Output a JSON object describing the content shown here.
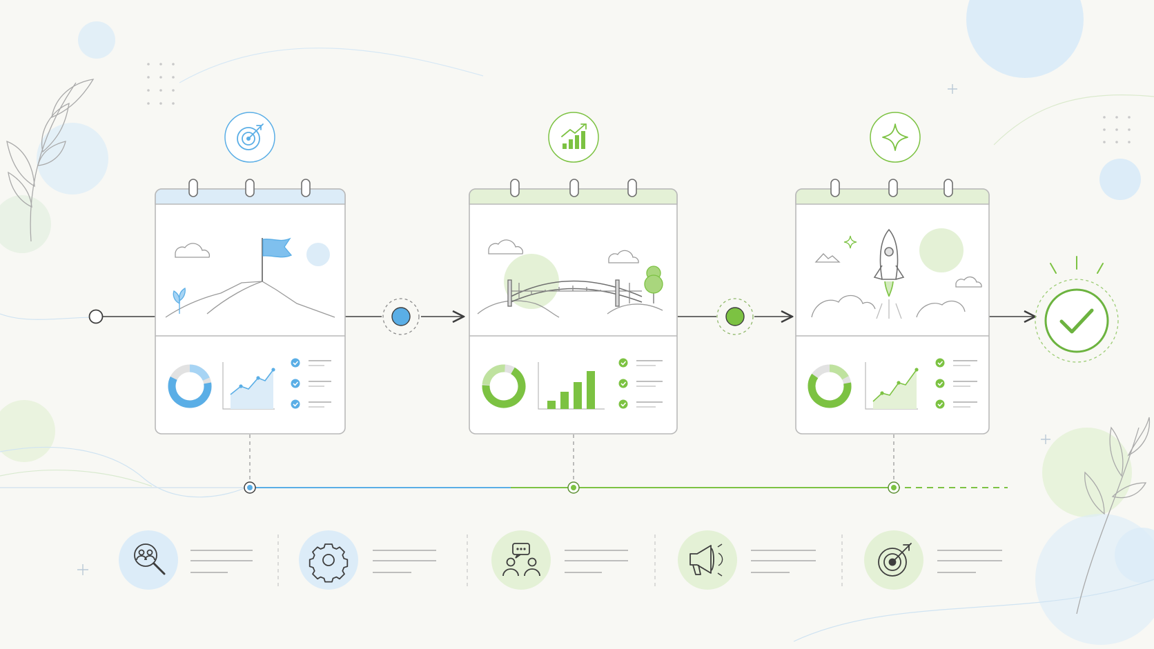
{
  "palette": {
    "background": "#f8f8f4",
    "blue": "#5aaee6",
    "blue_light": "#dcecf8",
    "green": "#7cc242",
    "green_light": "#e4f1d6",
    "line": "#3d3d3d",
    "card_stroke": "#b9b9b9"
  },
  "phases": [
    {
      "id": "plan",
      "accent": "blue",
      "top_icon": "target-arrow-icon",
      "scene": "mountain-flag-scene",
      "chart": "line-chart",
      "checklist_items": 3
    },
    {
      "id": "build",
      "accent": "green",
      "top_icon": "growth-bars-icon",
      "scene": "bridge-scene",
      "chart": "bar-chart",
      "checklist_items": 3
    },
    {
      "id": "launch",
      "accent": "green",
      "top_icon": "sparkle-icon",
      "scene": "rocket-scene",
      "chart": "line-chart",
      "checklist_items": 3
    }
  ],
  "flow": {
    "start": "start-node",
    "connectors": [
      "blue-connector-node",
      "green-connector-node"
    ],
    "end": "success-check-icon"
  },
  "timeline": {
    "milestones": 3,
    "future_segment": "dashed"
  },
  "activities": [
    {
      "icon": "user-search-icon",
      "accent": "blue"
    },
    {
      "icon": "gear-icon",
      "accent": "blue"
    },
    {
      "icon": "team-chat-icon",
      "accent": "green"
    },
    {
      "icon": "megaphone-icon",
      "accent": "green"
    },
    {
      "icon": "target-arrow-icon",
      "accent": "green"
    }
  ]
}
